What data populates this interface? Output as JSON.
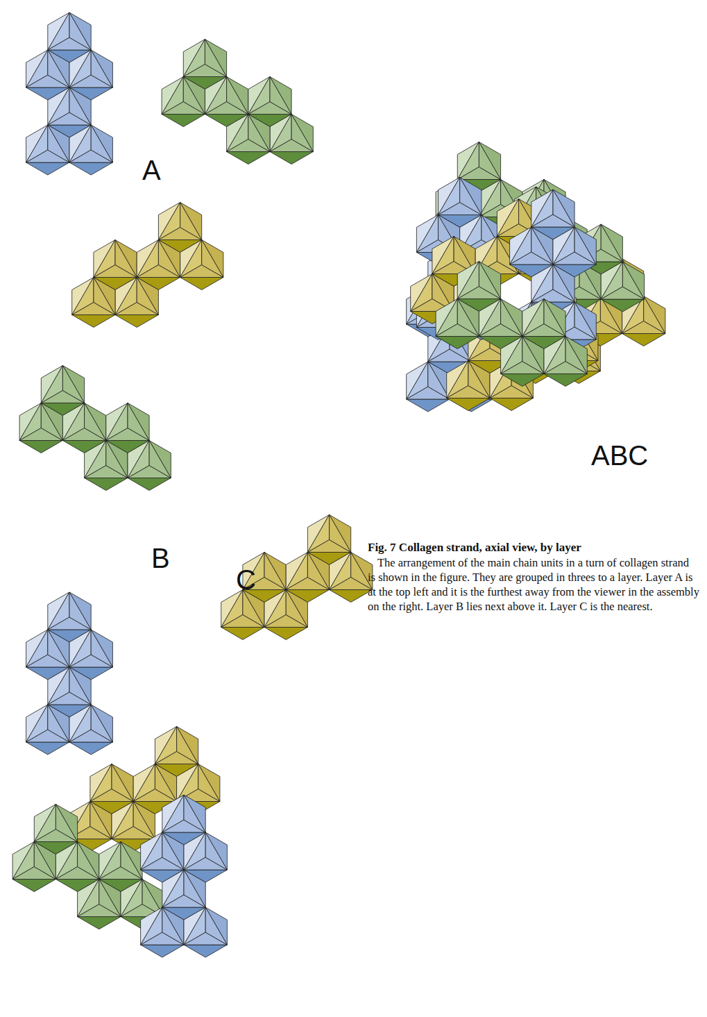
{
  "diagram": {
    "title": "Fig. 7 Collagen strand, axial view, by layer",
    "caption": "The arrangement of the main chain units in a turn of collagen strand is shown in the figure. They are grouped in threes to a layer. Layer A is at the top left and it is the furthest away from the viewer in the assembly on the right. Layer B lies next above it. Layer C is the nearest.",
    "labels": [
      "A",
      "B",
      "C",
      "ABC"
    ]
  }
}
